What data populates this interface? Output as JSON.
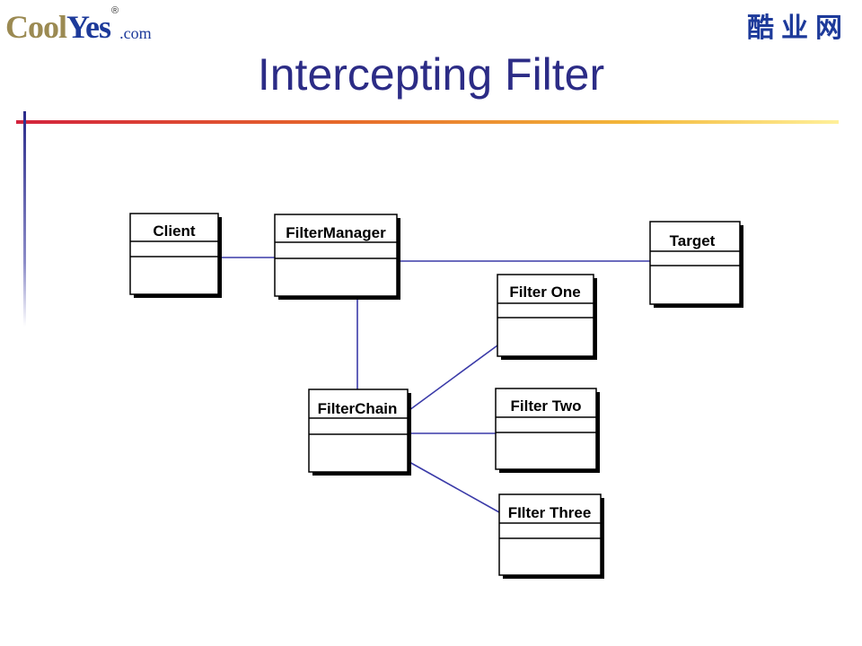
{
  "header": {
    "logo_cool": "Cool",
    "logo_yes": "Yes",
    "logo_registered": "®",
    "logo_domain": ".com",
    "brand_cn": "酷业网"
  },
  "slide": {
    "title": "Intercepting Filter"
  },
  "diagram": {
    "classes": {
      "client": "Client",
      "filter_manager": "FilterManager",
      "target": "Target",
      "filter_chain": "FilterChain",
      "filter_one": "Filter One",
      "filter_two": "Filter Two",
      "filter_three": "FIlter Three"
    }
  },
  "colors": {
    "title": "#2c2c86",
    "connector": "#3a3aa8",
    "accent_red": "#d3233d",
    "accent_yellow": "#f3b83a",
    "logo_blue": "#1d3a9a",
    "logo_gold": "#9b8a52"
  }
}
